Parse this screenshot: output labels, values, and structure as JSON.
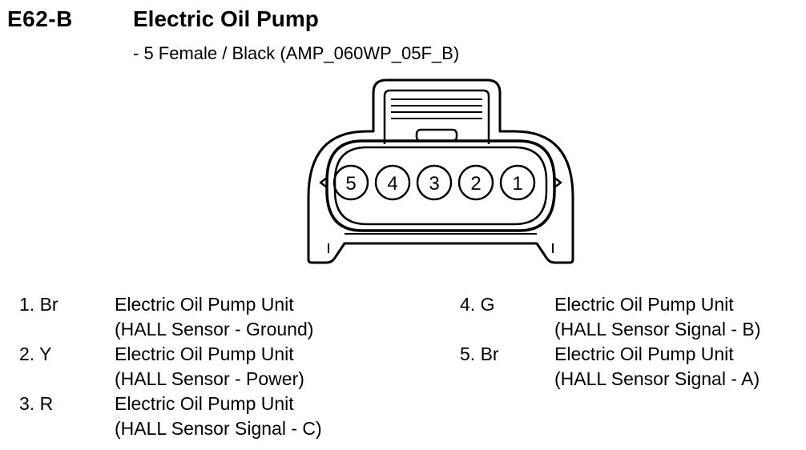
{
  "header": {
    "code": "E62-B",
    "title": "Electric Oil Pump",
    "subtitle": "- 5 Female / Black (AMP_060WP_05F_B)"
  },
  "connector": {
    "pin_numbers": [
      "5",
      "4",
      "3",
      "2",
      "1"
    ]
  },
  "pins": [
    {
      "id": "1. Br",
      "line1": "Electric Oil Pump Unit",
      "line2": "(HALL Sensor - Ground)"
    },
    {
      "id": "2. Y",
      "line1": "Electric Oil Pump Unit",
      "line2": "(HALL Sensor - Power)"
    },
    {
      "id": "3. R",
      "line1": "Electric Oil Pump Unit",
      "line2": "(HALL Sensor Signal - C)"
    },
    {
      "id": "4. G",
      "line1": "Electric Oil Pump Unit",
      "line2": "(HALL Sensor Signal - B)"
    },
    {
      "id": "5. Br",
      "line1": "Electric Oil Pump Unit",
      "line2": "(HALL Sensor Signal - A)"
    }
  ]
}
